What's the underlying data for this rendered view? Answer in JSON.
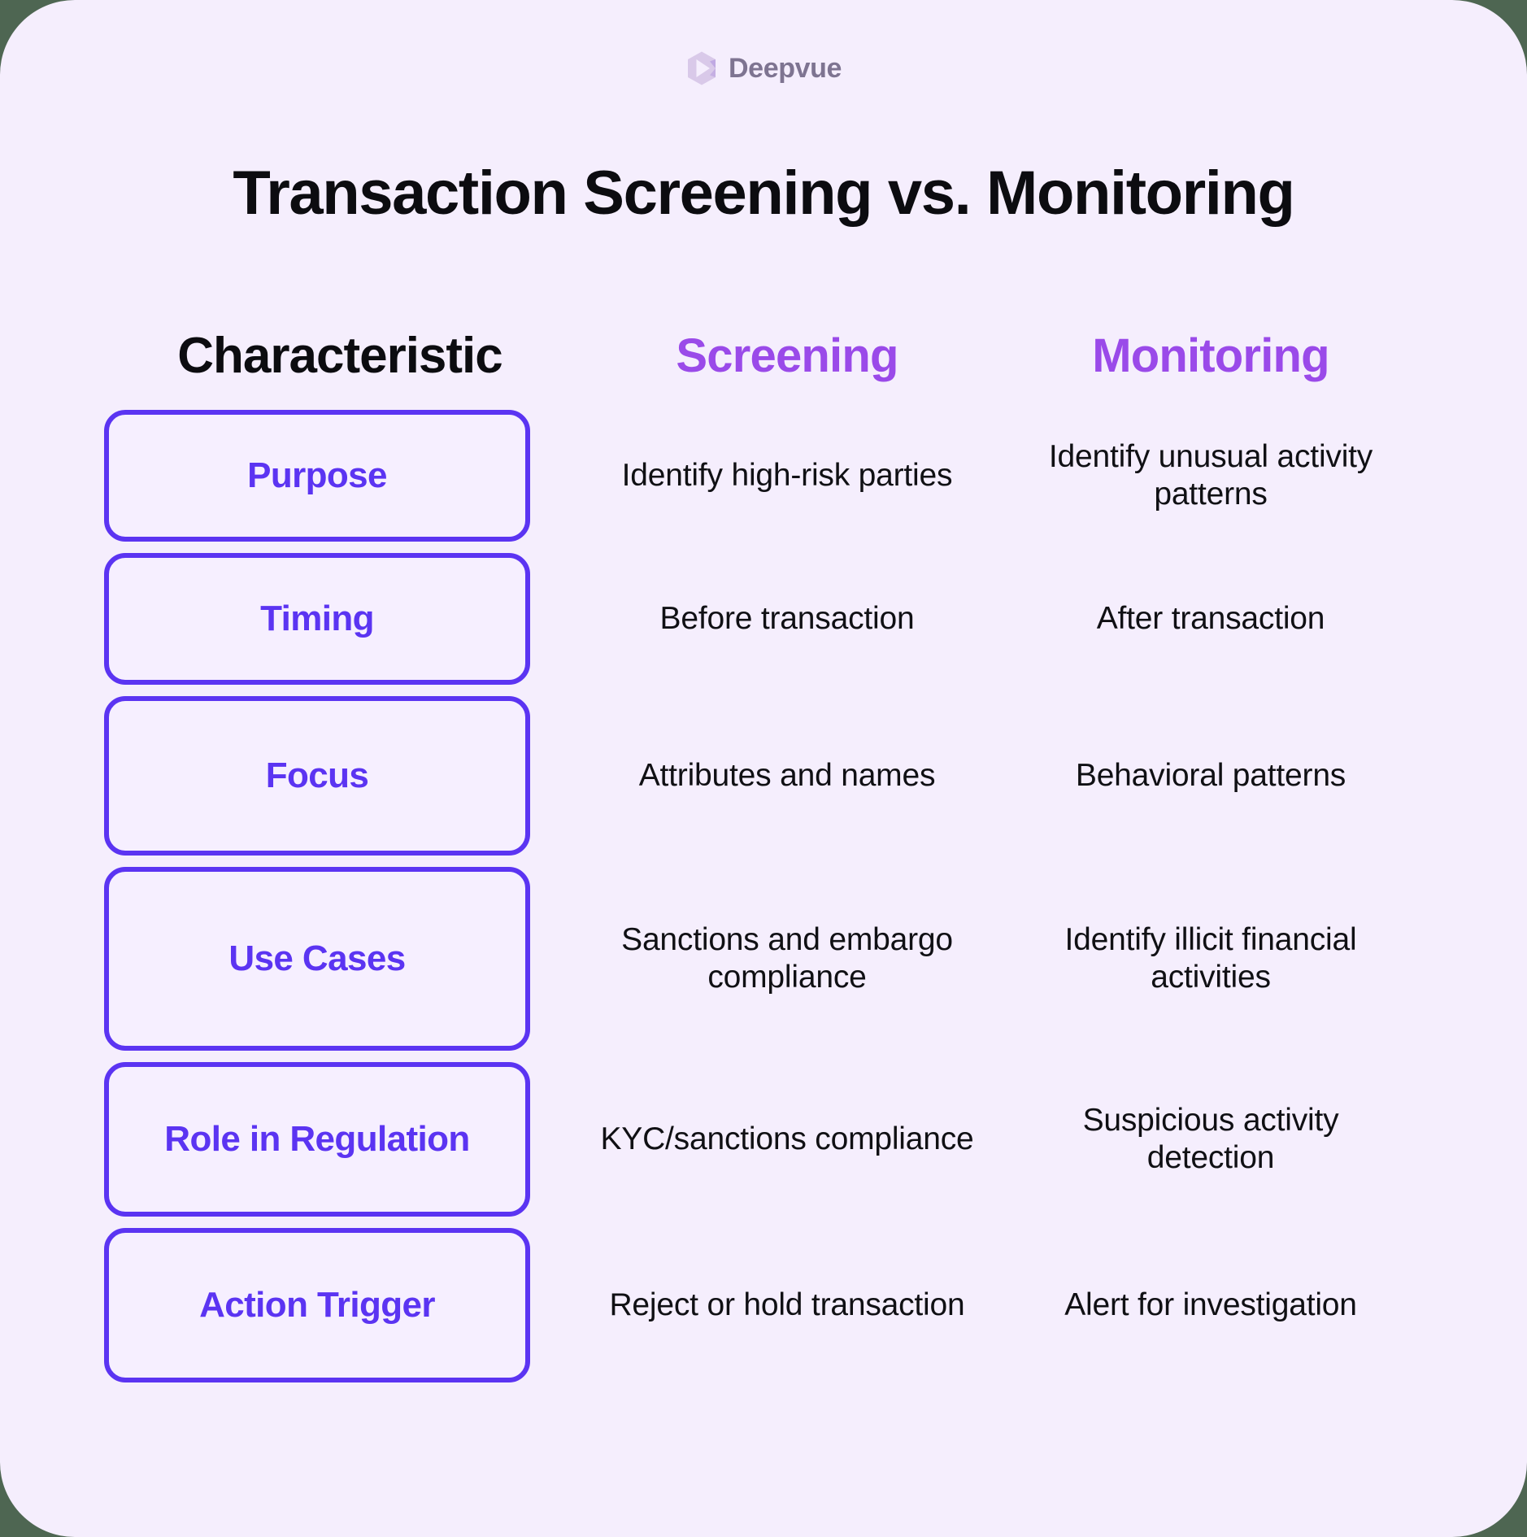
{
  "brand": {
    "name": "Deepvue",
    "logo_icon": "deepvue-hexagon-logo",
    "wordmark_color": "#7e7491",
    "mark_color": "#d8c8e8"
  },
  "page": {
    "title": "Transaction Screening vs. Monitoring",
    "background_color": "#f5eefd",
    "title_color": "#0c0c10",
    "accent_purple": "#9a4ae9",
    "accent_indigo": "#5b34f2"
  },
  "table": {
    "headers": {
      "characteristic": "Characteristic",
      "screening": "Screening",
      "monitoring": "Monitoring"
    },
    "rows": [
      {
        "characteristic": "Purpose",
        "screening": "Identify high-risk parties",
        "monitoring": "Identify unusual activity patterns"
      },
      {
        "characteristic": "Timing",
        "screening": "Before transaction",
        "monitoring": "After transaction"
      },
      {
        "characteristic": "Focus",
        "screening": "Attributes and names",
        "monitoring": "Behavioral patterns"
      },
      {
        "characteristic": "Use Cases",
        "screening": "Sanctions and embargo compliance",
        "monitoring": "Identify illicit financial activities"
      },
      {
        "characteristic": "Role in Regulation",
        "screening": "KYC/sanctions compliance",
        "monitoring": "Suspicious activity detection"
      },
      {
        "characteristic": "Action Trigger",
        "screening": "Reject or hold transaction",
        "monitoring": "Alert for investigation"
      }
    ]
  }
}
